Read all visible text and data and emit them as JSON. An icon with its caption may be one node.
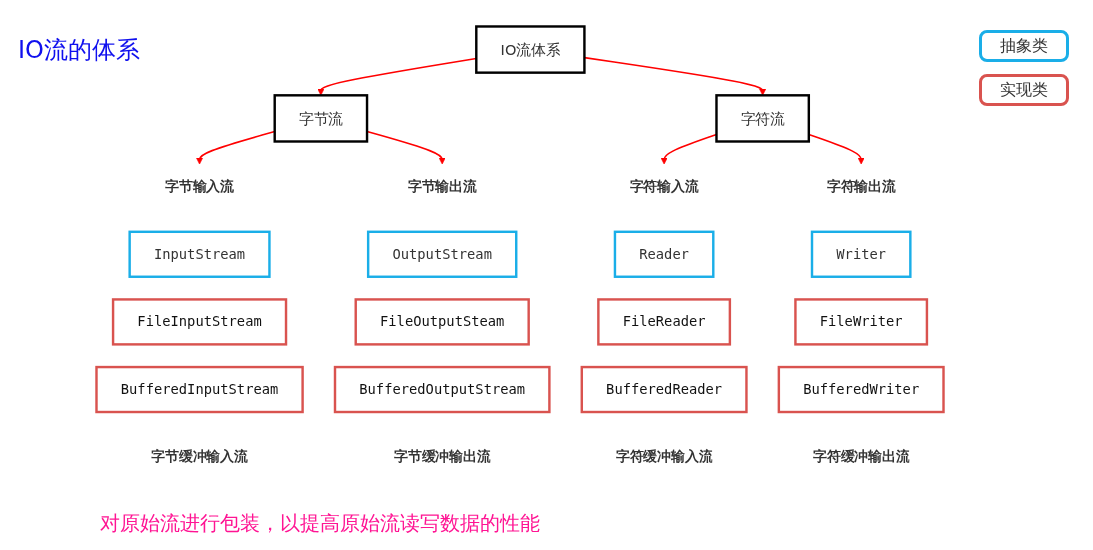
{
  "diagram": {
    "title": "IO流的体系",
    "caption": "对原始流进行包装，以提高原始流读写数据的性能",
    "nodes": [
      {
        "text": [
          "IO流体系"
        ]
      },
      {
        "text": [
          "字节流"
        ]
      },
      {
        "text": [
          "字符流"
        ]
      },
      {
        "text": [
          "字节输入流"
        ]
      },
      {
        "text": [
          "字节输出流"
        ]
      },
      {
        "text": [
          "字符输入流"
        ]
      },
      {
        "text": [
          "字符输出流"
        ]
      },
      {
        "text": [
          "InputStream"
        ]
      },
      {
        "text": [
          "FileInputStream"
        ]
      },
      {
        "text": [
          "BufferedInputStream"
        ],
        "beside": [
          "字节缓冲输入流"
        ]
      },
      {
        "text": [
          "OutputStream"
        ]
      },
      {
        "text": [
          "FileOutputSteam"
        ]
      },
      {
        "text": [
          "BufferedOutputStream"
        ],
        "beside": [
          "字节缓冲输出流"
        ]
      },
      {
        "text": [
          "Reader"
        ]
      },
      {
        "text": [
          "FileReader"
        ]
      },
      {
        "text": [
          "BufferedReader"
        ],
        "beside": [
          "字符缓冲输入流"
        ]
      },
      {
        "text": [
          "Writer"
        ]
      },
      {
        "text": [
          "FileWriter"
        ]
      },
      {
        "text": [
          "BufferedWriter"
        ],
        "beside": [
          "字符缓冲输出流"
        ]
      }
    ],
    "edges": [
      {
        "from": 0,
        "to": 1,
        "arrow": "to"
      },
      {
        "from": 0,
        "to": 2,
        "arrow": "to"
      },
      {
        "from": 1,
        "to": 3,
        "arrow": "to"
      },
      {
        "from": 1,
        "to": 4,
        "arrow": "to"
      },
      {
        "from": 2,
        "to": 5,
        "arrow": "to"
      },
      {
        "from": 2,
        "to": 6,
        "arrow": "to"
      }
    ],
    "legend": [
      {
        "text": "抽象类",
        "color": "#1aaee8"
      },
      {
        "text": "实现类",
        "color": "#d9534f"
      }
    ]
  }
}
